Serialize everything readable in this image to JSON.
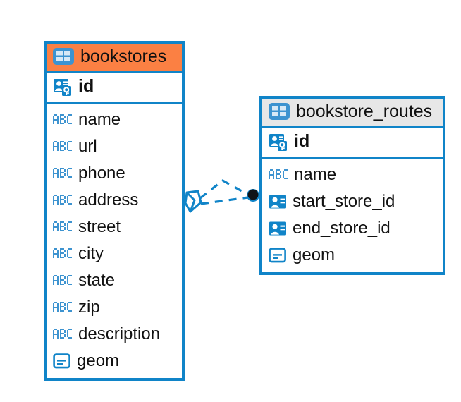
{
  "diagram": {
    "type": "entity-relationship-diagram",
    "background_color": "#FFFFFF",
    "accent_color": "#1084C8",
    "highlight_color": "#FB8043",
    "header_grey": "#E7E7E7",
    "text_color": "#111111"
  },
  "entities": [
    {
      "id": "bookstores",
      "name": "bookstores",
      "header_style": "orange",
      "header_icon": "table-icon",
      "primary_key": {
        "label": "id",
        "icon": "primary-key-icon",
        "bold": true
      },
      "fields": [
        {
          "label": "name",
          "icon": "text-abc-icon"
        },
        {
          "label": "url",
          "icon": "text-abc-icon"
        },
        {
          "label": "phone",
          "icon": "text-abc-icon"
        },
        {
          "label": "address",
          "icon": "text-abc-icon"
        },
        {
          "label": "street",
          "icon": "text-abc-icon"
        },
        {
          "label": "city",
          "icon": "text-abc-icon"
        },
        {
          "label": "state",
          "icon": "text-abc-icon"
        },
        {
          "label": "zip",
          "icon": "text-abc-icon"
        },
        {
          "label": "description",
          "icon": "text-abc-icon"
        },
        {
          "label": "geom",
          "icon": "geometry-icon"
        }
      ]
    },
    {
      "id": "bookstore_routes",
      "name": "bookstore_routes",
      "header_style": "grey",
      "header_icon": "table-icon",
      "primary_key": {
        "label": "id",
        "icon": "primary-key-icon",
        "bold": true
      },
      "fields": [
        {
          "label": "name",
          "icon": "text-abc-icon"
        },
        {
          "label": "start_store_id",
          "icon": "foreign-key-icon"
        },
        {
          "label": "end_store_id",
          "icon": "foreign-key-icon"
        },
        {
          "label": "geom",
          "icon": "geometry-icon"
        }
      ]
    }
  ],
  "relationship": {
    "name": "bookstores-to-bookstore-routes-relation",
    "line_style": "dashed",
    "line_color": "#1084C8",
    "source_marker": "crows-foot-polygon-icon",
    "target_marker": "filled-circle-endpoint-icon"
  }
}
